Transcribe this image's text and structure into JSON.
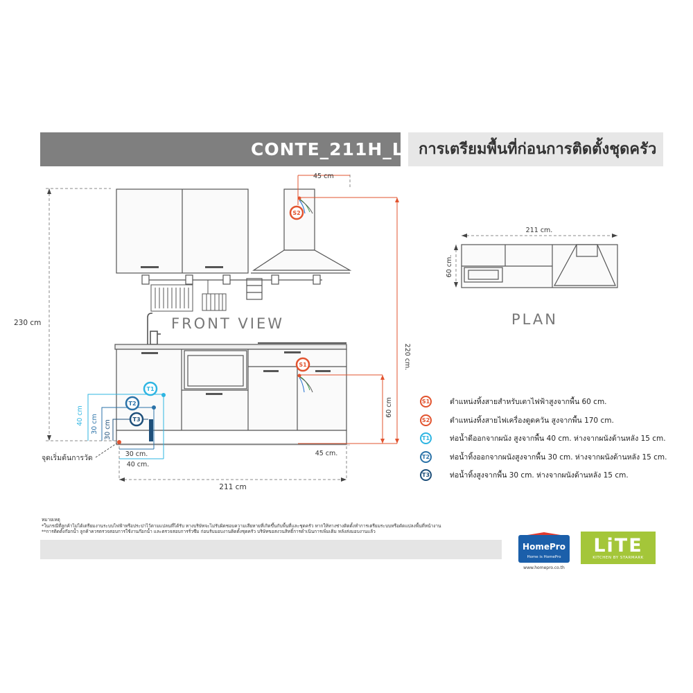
{
  "header": {
    "model": "CONTE_211H_L",
    "title": "การเตรียมพื้นที่ก่อนการติดตั้งชุดครัว"
  },
  "front_view": {
    "label": "FRONT VIEW",
    "height_total": "230 cm",
    "height_hood": "220 cm.",
    "width_total": "211 cm",
    "hood_offset": "45 cm",
    "s1_offset": "45 cm.",
    "s1_height": "60 cm",
    "t1_height": "40 cm",
    "t2_height": "30 cm",
    "t3_height": "30 cm",
    "t3_width": "30 cm.",
    "t1_width": "40 cm.",
    "start_point": "จุดเริ่มต้นการวัด"
  },
  "plan_view": {
    "label": "PLAN",
    "width": "211 cm.",
    "depth": "60 cm."
  },
  "legend": [
    {
      "code": "S1",
      "color": "#e2532e",
      "text": "ตำแหน่งทิ้งสายสำหรับเตาไฟฟ้าสูงจากพื้น 60 cm."
    },
    {
      "code": "S2",
      "color": "#e2532e",
      "text": "ตำแหน่งทิ้งสายไฟเครื่องดูดควัน สูงจากพื้น 170 cm."
    },
    {
      "code": "T1",
      "color": "#2eb5e2",
      "text": "ท่อน้ำดีออกจากผนัง สูงจากพื้น 40 cm. ห่างจากผนังด้านหลัง 15 cm."
    },
    {
      "code": "T2",
      "color": "#2a72a8",
      "text": "ท่อน้ำทิ้งออกจากผนังสูงจากพื้น 30 cm. ห่างจากผนังด้านหลัง 15 cm."
    },
    {
      "code": "T3",
      "color": "#1e4f7a",
      "text": "ท่อน้ำทิ้งสูงจากพื้น 30 cm. ห่างจากผนังด้านหลัง 15 cm."
    }
  ],
  "notes": {
    "heading": "หมายเหตุ",
    "line1": "*ในกรณีที่ลูกค้าไม่ได้เตรียมงานระบบไฟฟ้าหรือประปาไว้ตามแปลนที่ได้รับ ทางบริษัทจะไม่รับผิดชอบความเสียหายที่เกิดขึ้นกับพื้นที่และชุดครัว หากให้ทางช่างติดตั้งทำการเตรียมระบบหรือดัดแปลงพื้นที่หน้างาน",
    "line2": "**การติดตั้งก๊อกน้ำ ลูกค้าควรตรวจสอบการใช้งานก๊อกน้ำ และตรวจสอบการรั่วซึม ก่อนรับมอบงานติดตั้งชุดครัว บริษัทขอสงวนสิทธิ์การดำเนินการเพิ่มเติม หลังส่งมอบงานแล้ว"
  },
  "logos": {
    "homepro": "HomePro",
    "homepro_tag": "Home is HomePro",
    "homepro_url": "www.homepro.co.th",
    "lite": "LiTE",
    "lite_sub": "KITCHEN BY STARMARK"
  }
}
